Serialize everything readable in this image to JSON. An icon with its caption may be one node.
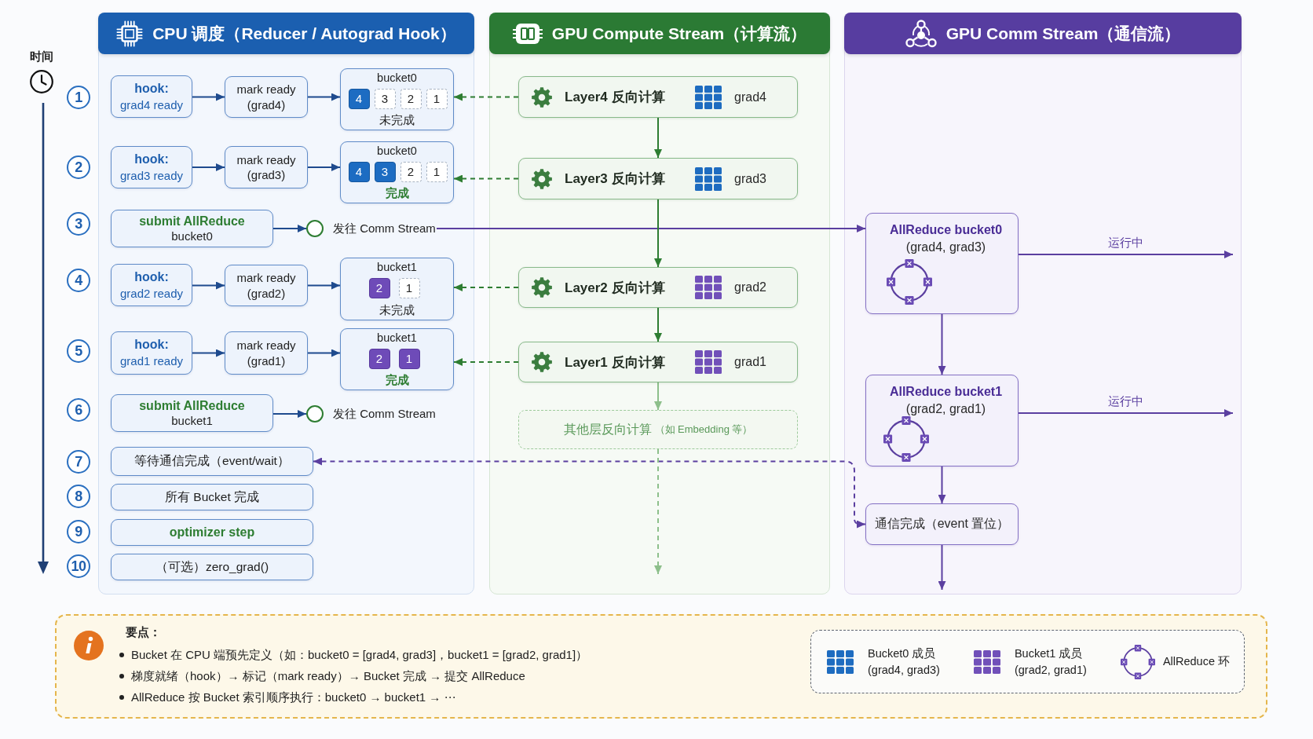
{
  "diagram": {
    "nodes": [
      {
        "text": [
          "CPU 调度（Reducer / Autograd Hook）"
        ]
      },
      {
        "text": [
          "hook:",
          "grad4 ready"
        ],
        "in": 0
      },
      {
        "text": [
          "mark ready (grad4)"
        ],
        "in": 0
      },
      {
        "text": [
          "bucket0",
          "未完成"
        ],
        "in": 0
      },
      {
        "text": [
          "4"
        ],
        "in": 3
      },
      {
        "text": [
          "3"
        ],
        "in": 3
      },
      {
        "text": [
          "2"
        ],
        "in": 3
      },
      {
        "text": [
          "1"
        ],
        "in": 3
      },
      {
        "text": [
          "hook:",
          "grad3 ready"
        ],
        "in": 0
      },
      {
        "text": [
          "mark ready (grad3)"
        ],
        "in": 0
      },
      {
        "text": [
          "bucket0",
          "完成"
        ],
        "in": 0
      },
      {
        "text": [
          "4"
        ],
        "in": 10
      },
      {
        "text": [
          "3"
        ],
        "in": 10
      },
      {
        "text": [
          "2"
        ],
        "in": 10
      },
      {
        "text": [
          "1"
        ],
        "in": 10
      },
      {
        "text": [
          "submit AllReduce",
          "bucket0"
        ],
        "in": 0
      },
      {
        "text": [],
        "shape": "circle",
        "in": 0
      },
      {
        "text": [
          "发往 Comm Stream"
        ],
        "in": 0
      },
      {
        "text": [
          "hook:",
          "grad2 ready"
        ],
        "in": 0
      },
      {
        "text": [
          "mark ready (grad2)"
        ],
        "in": 0
      },
      {
        "text": [
          "bucket1",
          "未完成"
        ],
        "in": 0
      },
      {
        "text": [
          "2"
        ],
        "in": 20
      },
      {
        "text": [
          "1"
        ],
        "in": 20
      },
      {
        "text": [
          "hook:",
          "grad1 ready"
        ],
        "in": 0
      },
      {
        "text": [
          "mark ready (grad1)"
        ],
        "in": 0
      },
      {
        "text": [
          "bucket1",
          "完成"
        ],
        "in": 0
      },
      {
        "text": [
          "2"
        ],
        "in": 25
      },
      {
        "text": [
          "1"
        ],
        "in": 25
      },
      {
        "text": [
          "submit AllReduce",
          "bucket1"
        ],
        "in": 0
      },
      {
        "text": [],
        "shape": "circle",
        "in": 0,
        "beside": [
          "发往 Comm Stream"
        ]
      },
      {
        "text": [
          "等待通信完成（event/wait）"
        ],
        "in": 0
      },
      {
        "text": [
          "所有 Bucket 完成"
        ],
        "in": 0
      },
      {
        "text": [
          "optimizer step"
        ],
        "in": 0
      },
      {
        "text": [
          "（可选）zero_grad()"
        ],
        "in": 0
      },
      {
        "text": [
          "GPU Compute Stream（计算流）"
        ]
      },
      {
        "text": [
          "Layer4 反向计算",
          "grad4"
        ],
        "in": 34
      },
      {
        "text": [
          "Layer3 反向计算",
          "grad3"
        ],
        "in": 34
      },
      {
        "text": [
          "Layer2 反向计算",
          "grad2"
        ],
        "in": 34
      },
      {
        "text": [
          "Layer1 反向计算",
          "grad1"
        ],
        "in": 34
      },
      {
        "text": [
          "其他层反向计算",
          "（如 Embedding 等）"
        ],
        "in": 34
      },
      {
        "text": [
          "GPU Comm Stream（通信流）"
        ]
      },
      {
        "text": [
          "AllReduce bucket0",
          "(grad4, grad3)"
        ],
        "in": 40
      },
      {
        "text": [
          "AllReduce bucket1",
          "(grad2, grad1)"
        ],
        "in": 40
      },
      {
        "text": [
          "通信完成（event 置位）"
        ],
        "in": 40
      },
      {
        "text": [
          "要点：",
          "Bucket 在 CPU 端预先定义（如：bucket0 = [grad4, grad3]，bucket1 = [grad2, grad1]）",
          "梯度就绪（hook）→ 标记（mark ready）→ Bucket 完成 → 提交 AllReduce",
          "AllReduce 按 Bucket 索引顺序执行：bucket0 → bucket1 → ⋯"
        ]
      }
    ],
    "edges": [
      {
        "from": 1,
        "to": 2,
        "arrow": "to"
      },
      {
        "from": 2,
        "to": 3,
        "arrow": "to"
      },
      {
        "from": 35,
        "to": 3,
        "arrow": "to",
        "style": "dashed",
        "color": "#2e7d32"
      },
      {
        "from": 8,
        "to": 9,
        "arrow": "to"
      },
      {
        "from": 9,
        "to": 10,
        "arrow": "to"
      },
      {
        "from": 36,
        "to": 10,
        "arrow": "to",
        "style": "dashed",
        "color": "#2e7d32"
      },
      {
        "from": 15,
        "to": 16,
        "arrow": "to"
      },
      {
        "from": 17,
        "to": 41,
        "arrow": "to",
        "color": "#5b3fa0"
      },
      {
        "from": 18,
        "to": 19,
        "arrow": "to"
      },
      {
        "from": 19,
        "to": 20,
        "arrow": "to"
      },
      {
        "from": 37,
        "to": 20,
        "arrow": "to",
        "style": "dashed",
        "color": "#2e7d32"
      },
      {
        "from": 23,
        "to": 24,
        "arrow": "to"
      },
      {
        "from": 24,
        "to": 25,
        "arrow": "to"
      },
      {
        "from": 38,
        "to": 25,
        "arrow": "to",
        "style": "dashed",
        "color": "#2e7d32"
      },
      {
        "from": 28,
        "to": 29,
        "arrow": "to"
      },
      {
        "from": 43,
        "to": 30,
        "arrow": "both",
        "style": "dashed",
        "color": "#5b3fa0"
      },
      {
        "from": 35,
        "to": 36,
        "arrow": "to",
        "color": "#2e7d32"
      },
      {
        "from": 36,
        "to": 37,
        "arrow": "to",
        "color": "#2e7d32"
      },
      {
        "from": 37,
        "to": 38,
        "arrow": "to",
        "color": "#2e7d32"
      },
      {
        "from": 38,
        "to": 39,
        "arrow": "to",
        "color": "#8dbf8b"
      },
      {
        "from": 39,
        "to": null,
        "arrow": "to",
        "style": "dashed",
        "color": "#8dbf8b"
      },
      {
        "from": 41,
        "to": 42,
        "arrow": "to",
        "color": "#5b3fa0"
      },
      {
        "from": 42,
        "to": 43,
        "arrow": "to",
        "color": "#5b3fa0"
      },
      {
        "from": 43,
        "to": null,
        "arrow": "to",
        "color": "#5b3fa0"
      },
      {
        "from": 41,
        "to": null,
        "arrow": "to",
        "label": "运行中",
        "color": "#5b3fa0"
      },
      {
        "from": 42,
        "to": null,
        "arrow": "to",
        "label": "运行中",
        "color": "#5b3fa0"
      }
    ],
    "labels": [
      "时间",
      "1",
      "2",
      "3",
      "4",
      "5",
      "6",
      "7",
      "8",
      "9",
      "10"
    ],
    "legend": [
      {
        "text": "Bucket0 成员 (grad4, grad3)",
        "color": "#1e6cc0"
      },
      {
        "text": "Bucket1 成员 (grad2, grad1)",
        "color": "#7150b9"
      },
      {
        "text": "AllReduce 环"
      }
    ]
  }
}
